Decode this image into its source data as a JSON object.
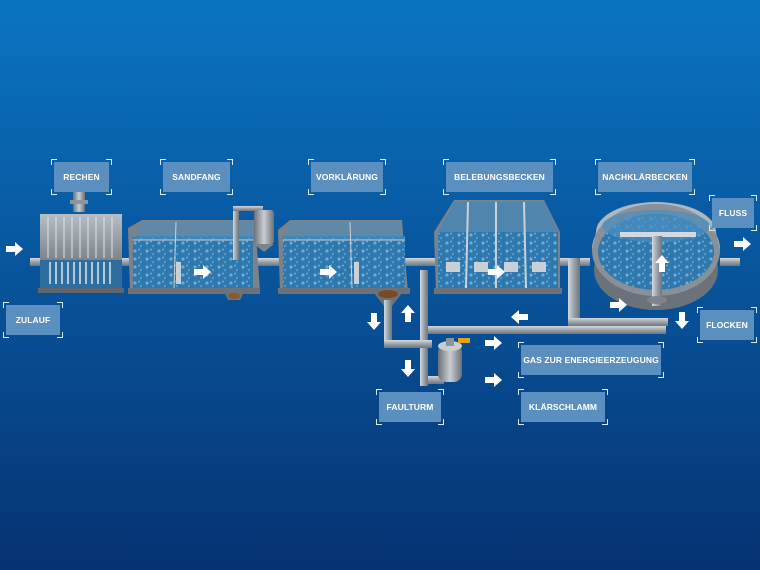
{
  "labels": {
    "rechen": "RECHEN",
    "sandfang": "SANDFANG",
    "vorklaerung": "VORKLÄRUNG",
    "belebungsbecken": "BELEBUNGSBECKEN",
    "nachklaerbecken": "NACHKLÄRBECKEN",
    "fluss": "FLUSS",
    "zulauf": "ZULAUF",
    "flocken": "FLOCKEN",
    "gas": "GAS ZUR ENERGIEERZEUGUNG",
    "faulturm": "FAULTURM",
    "klaerschlamm": "KLÄRSCHLAMM"
  },
  "colors": {
    "background_top": "#0a74c2",
    "background_bottom": "#063272",
    "label_fill": "#5b8fbf",
    "water": "#3a86b8",
    "concrete": "#8a9097",
    "pipe": "#aab2bb",
    "arrow": "#ffffff"
  }
}
